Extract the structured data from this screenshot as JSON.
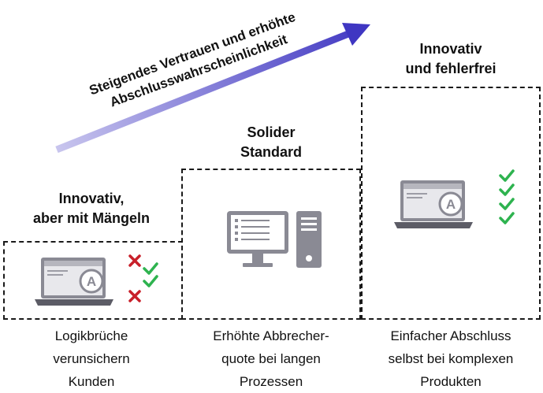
{
  "arrow": {
    "line1": "Steigendes Vertrauen und erhöhte",
    "line2": "Abschlusswahrscheinlichkeit",
    "color": "#4a3fc4"
  },
  "steps": [
    {
      "heading_line1": "Innovativ,",
      "heading_line2": "aber mit Mängeln",
      "caption_line1": "Logikbrüche",
      "caption_line2": "verunsichern",
      "caption_line3": "Kunden",
      "icon": "laptop-icon",
      "marks": [
        "cross",
        "check",
        "check",
        "cross"
      ]
    },
    {
      "heading_line1": "Solider",
      "heading_line2": "Standard",
      "caption_line1": "Erhöhte Abbrecher-",
      "caption_line2": "quote bei langen",
      "caption_line3": "Prozessen",
      "icon": "desktop-computer-icon",
      "marks": []
    },
    {
      "heading_line1": "Innovativ",
      "heading_line2": "und fehlerfrei",
      "caption_line1": "Einfacher Abschluss",
      "caption_line2": "selbst bei komplexen",
      "caption_line3": "Produkten",
      "icon": "laptop-icon",
      "marks": [
        "check",
        "check",
        "check",
        "check"
      ]
    }
  ],
  "colors": {
    "icon_gray": "#8a8a94",
    "check_green": "#2eb34f",
    "cross_red": "#c8202a"
  }
}
